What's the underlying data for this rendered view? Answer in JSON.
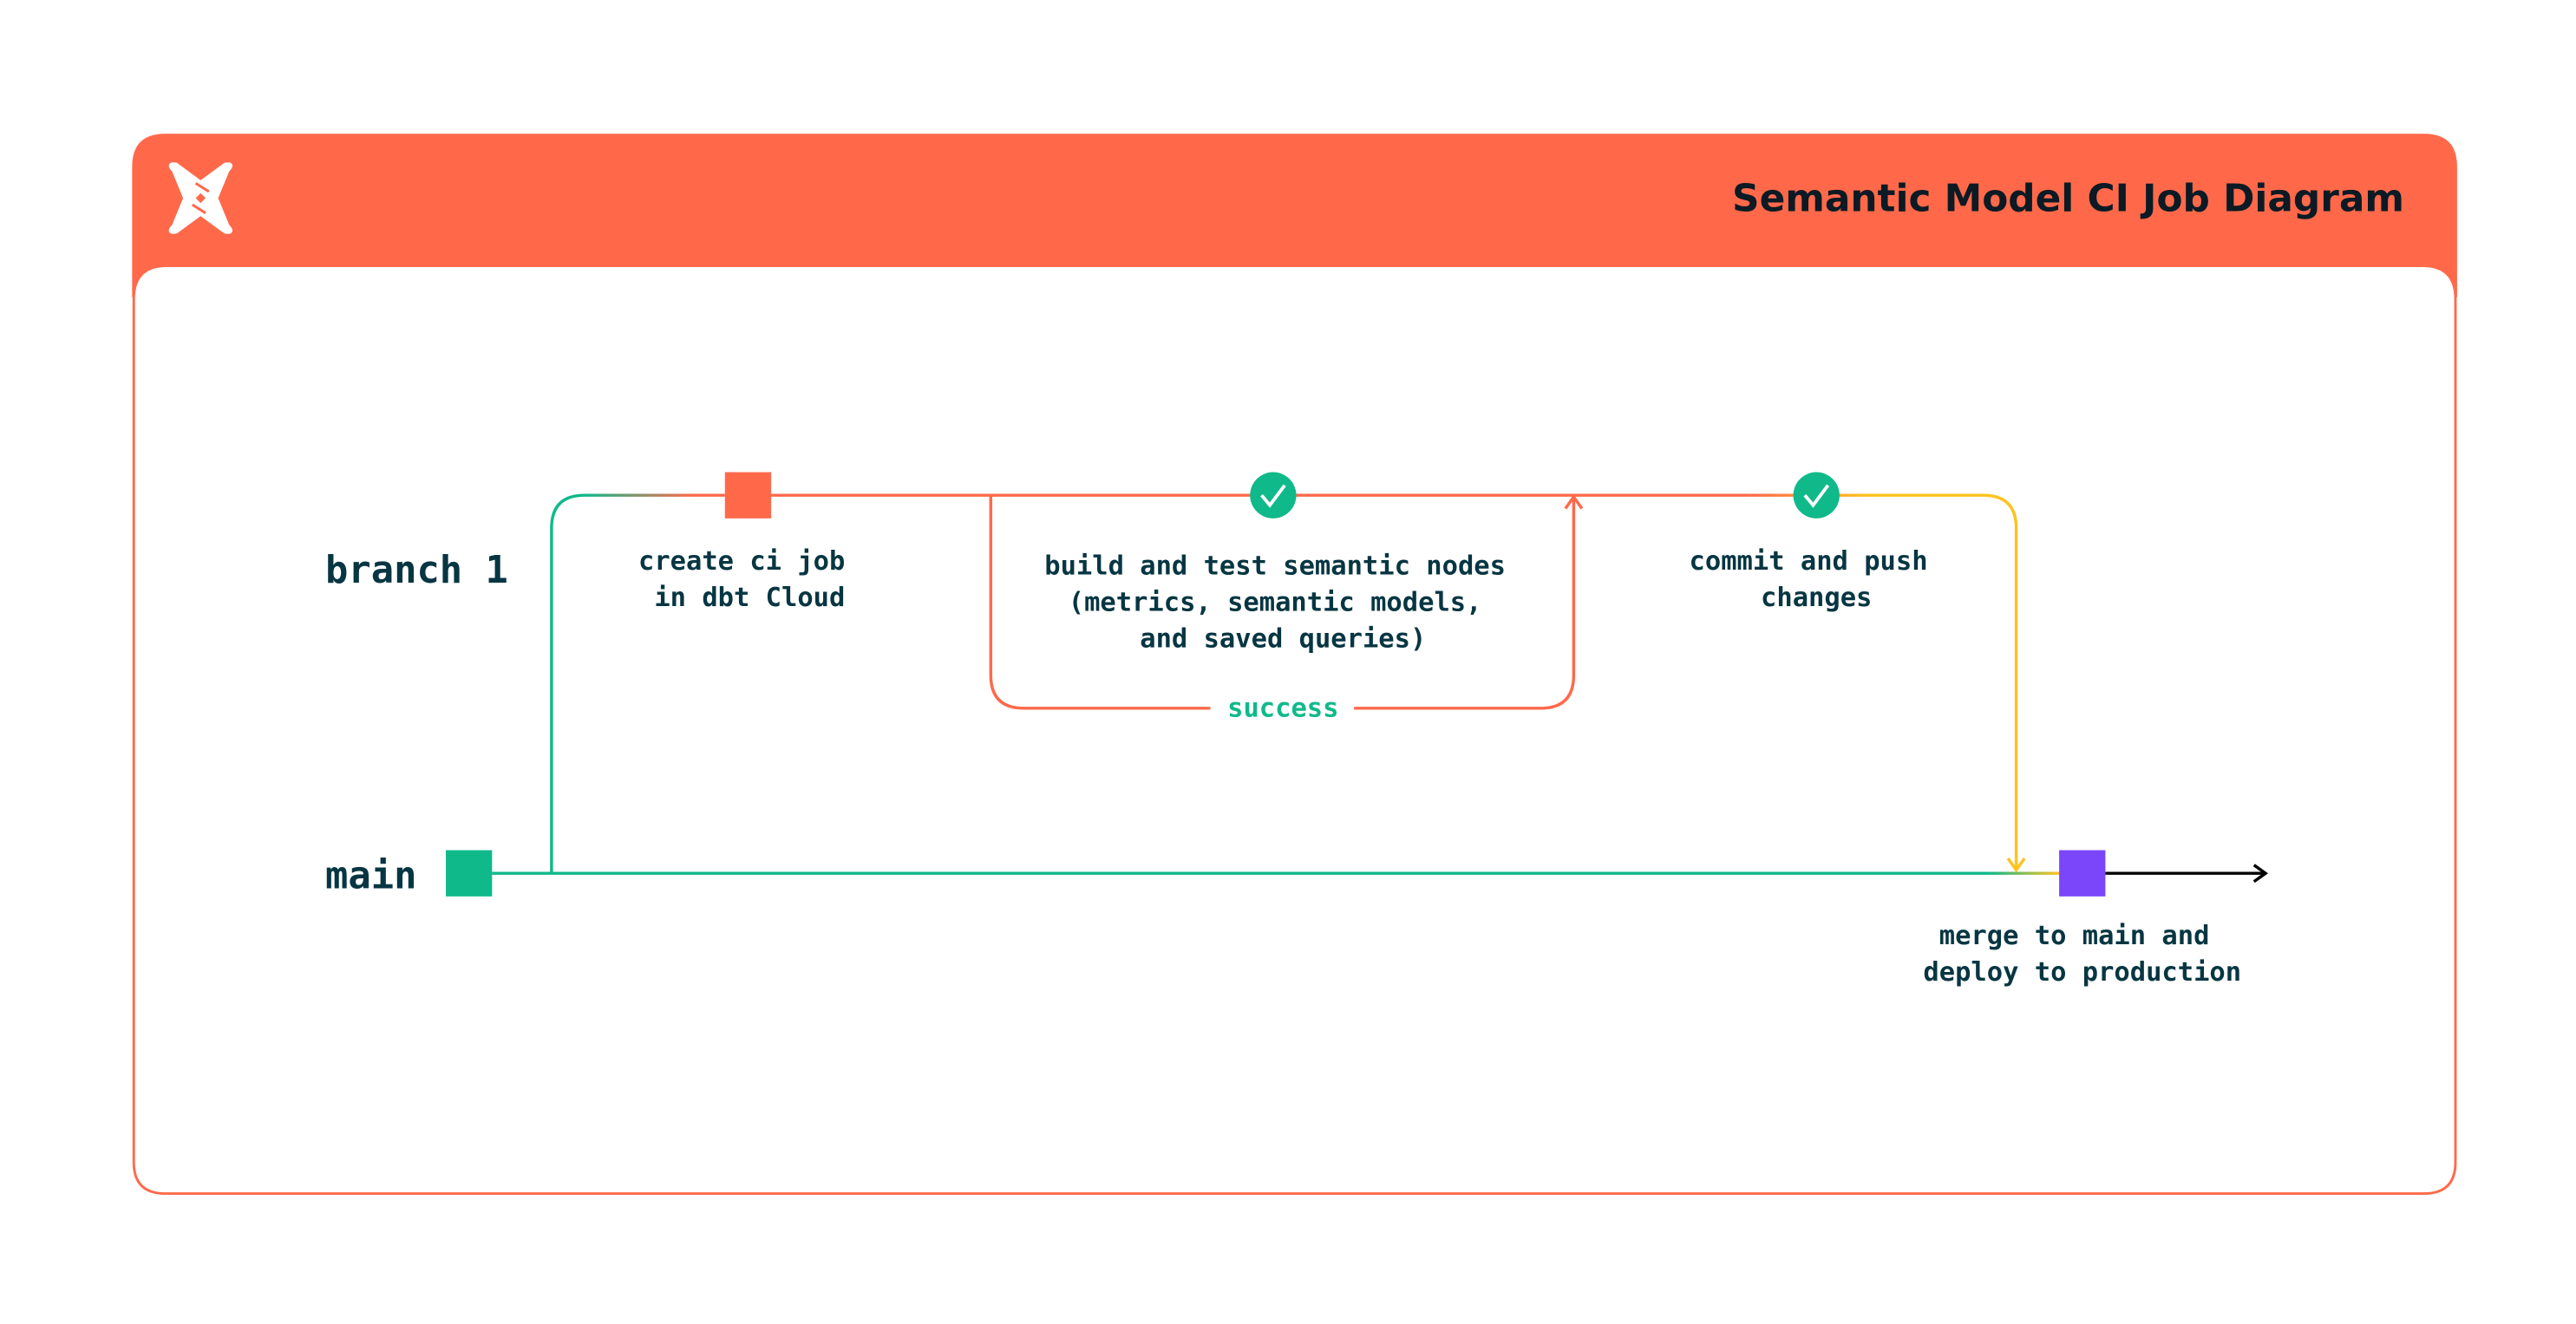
{
  "header": {
    "title": "Semantic Model CI Job Diagram",
    "logo": "dbt-logo"
  },
  "lanes": {
    "branch": "branch 1",
    "main": "main"
  },
  "steps": {
    "create_ci_job": [
      "create ci job",
      "in dbt Cloud"
    ],
    "build_and_test": [
      "build and test semantic nodes",
      "(metrics, semantic models,",
      "and saved queries)"
    ],
    "success_label": "success",
    "commit_and_push": [
      "commit and push",
      "changes"
    ],
    "merge_and_deploy": [
      "merge to main and",
      "deploy to production"
    ]
  },
  "colors": {
    "brand_orange": "#FF694A",
    "green": "#10B98A",
    "yellow": "#FFC21F",
    "purple": "#7B45F9",
    "text_dark": "#073642"
  }
}
